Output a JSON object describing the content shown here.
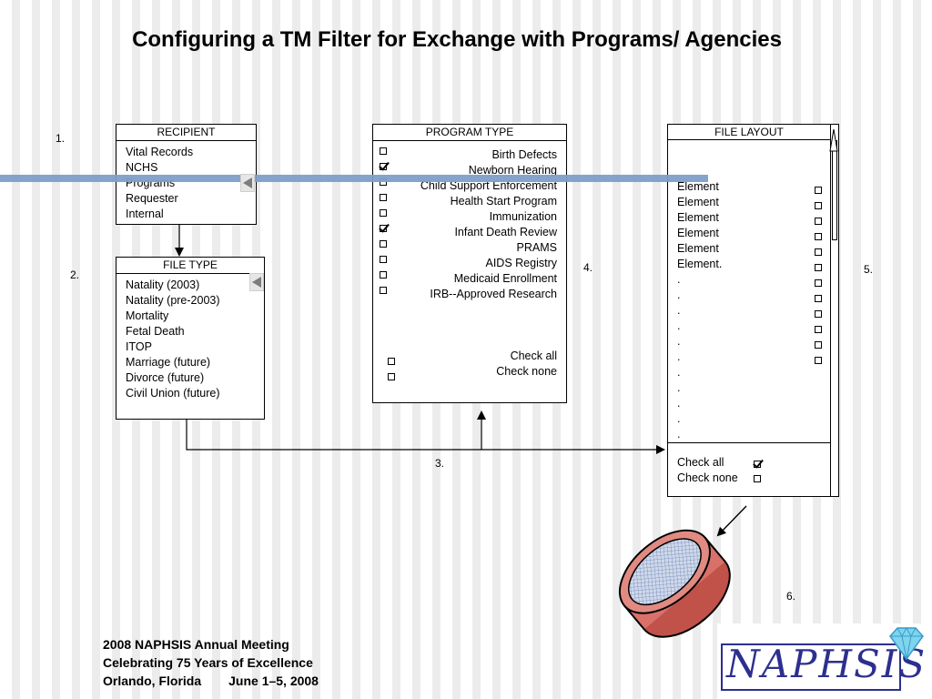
{
  "title": "Configuring a TM Filter for Exchange with Programs/ Agencies",
  "steps": {
    "s1": "1.",
    "s2": "2.",
    "s3": "3.",
    "s4": "4.",
    "s5": "5.",
    "s6": "6."
  },
  "recipient": {
    "header": "RECIPIENT",
    "items": [
      "Vital Records",
      "NCHS",
      "Programs",
      "Requester",
      "Internal"
    ]
  },
  "file_type": {
    "header": "FILE TYPE",
    "items": [
      "Natality (2003)",
      "Natality (pre-2003)",
      "Mortality",
      "Fetal Death",
      "ITOP",
      "Marriage (future)",
      "Divorce (future)",
      "Civil Union (future)"
    ]
  },
  "program_type": {
    "header": "PROGRAM TYPE",
    "items": [
      {
        "label": "Birth Defects",
        "checked": false
      },
      {
        "label": "Newborn Hearing",
        "checked": true
      },
      {
        "label": "Child Support Enforcement",
        "checked": false
      },
      {
        "label": "Health Start Program",
        "checked": false
      },
      {
        "label": "Immunization",
        "checked": false
      },
      {
        "label": "Infant Death Review",
        "checked": true
      },
      {
        "label": "PRAMS",
        "checked": false
      },
      {
        "label": "AIDS Registry",
        "checked": false
      },
      {
        "label": "Medicaid Enrollment",
        "checked": false
      },
      {
        "label": "IRB--Approved Research",
        "checked": false
      }
    ],
    "check_all": "Check all",
    "check_none": "Check none"
  },
  "file_layout": {
    "header": "FILE LAYOUT",
    "elements": [
      "Element",
      "Element",
      "Element",
      "Element",
      "Element",
      "Element."
    ],
    "dots": [
      ".",
      ".",
      ".",
      ".",
      ".",
      ".",
      ".",
      ".",
      ".",
      ".",
      "."
    ],
    "check_all": "Check all",
    "check_none": "Check none"
  },
  "footer": {
    "line1": "2008 NAPHSIS Annual Meeting",
    "line2": "Celebrating 75 Years of Excellence",
    "line3_left": "Orlando, Florida",
    "line3_right": "June 1–5, 2008"
  },
  "logo": {
    "text": "NAPHSIS",
    "icon": "diamond-icon"
  },
  "colors": {
    "blue_bar": "#7f9fc8",
    "logo_text": "#2d2f8f",
    "sieve": "#d9706a"
  }
}
